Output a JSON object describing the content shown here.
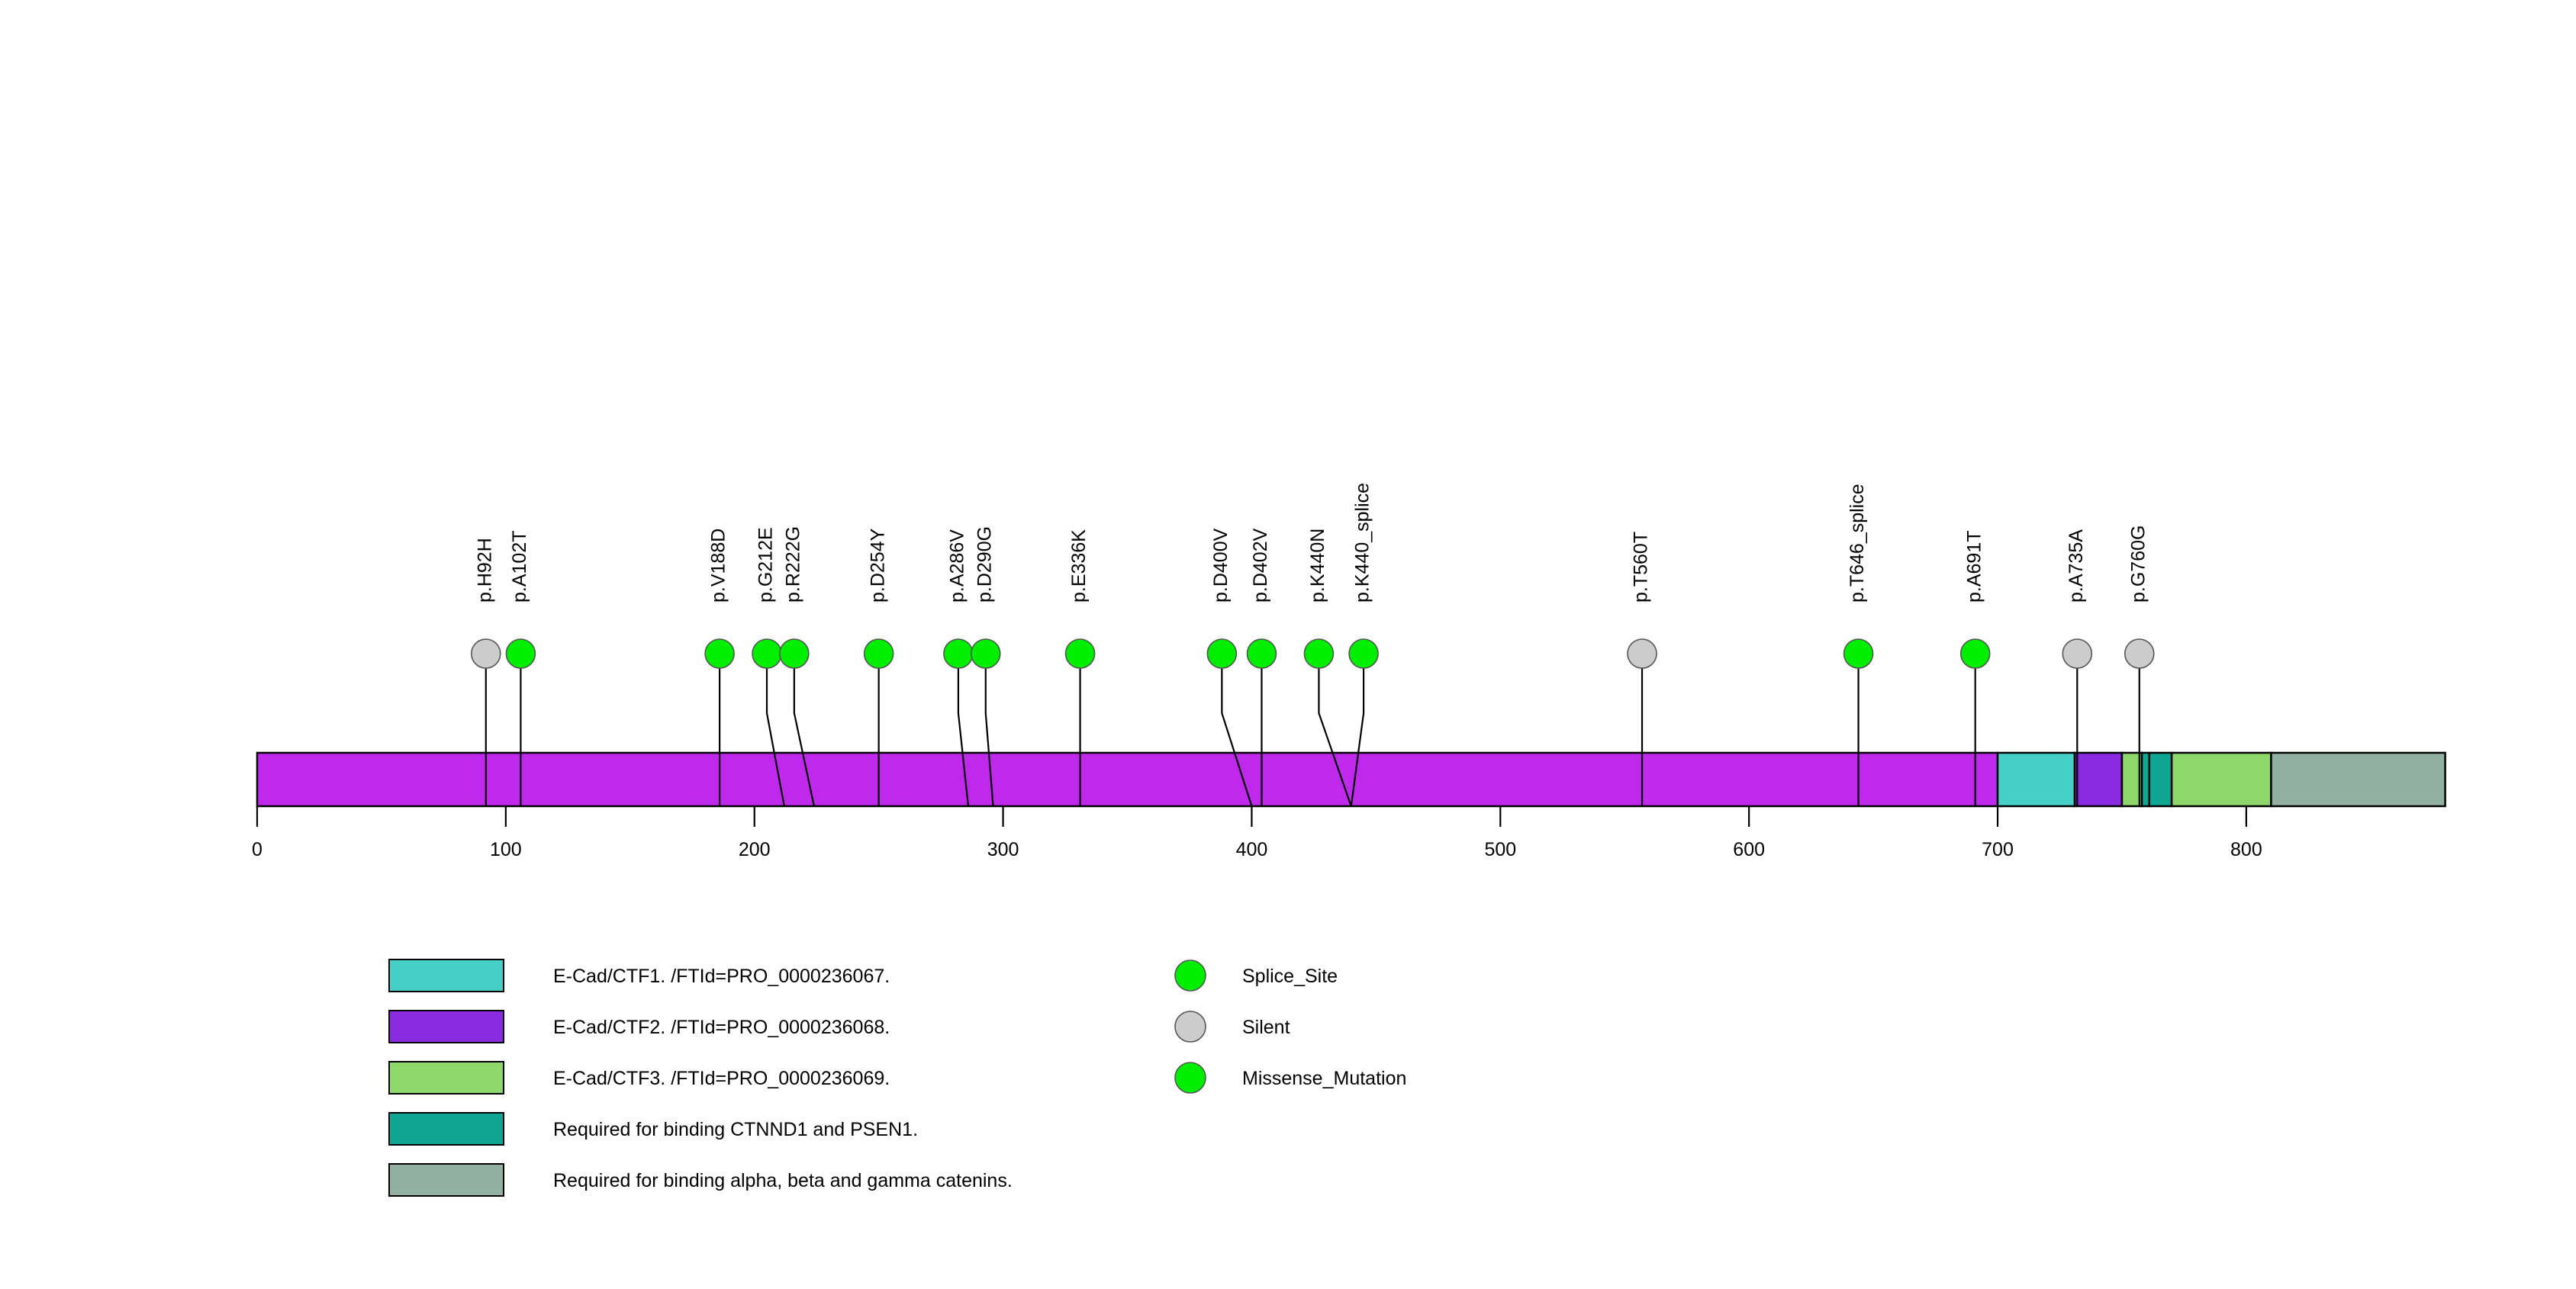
{
  "chart_data": {
    "type": "lollipop",
    "title": "",
    "xlabel": "",
    "ylabel": "",
    "xlim": [
      0,
      880
    ],
    "axis": {
      "ticks": [
        0,
        100,
        200,
        300,
        400,
        500,
        600,
        700,
        800
      ],
      "tick_labels": [
        "0",
        "100",
        "200",
        "300",
        "400",
        "500",
        "600",
        "700",
        "800"
      ]
    },
    "protein": {
      "length": 880,
      "backbone_color": "#BE29EC",
      "outline_color": "#000000"
    },
    "domains": [
      {
        "name": "backbone",
        "start": 0,
        "end": 700,
        "color": "#BE29EC",
        "label": ""
      },
      {
        "name": "E-Cad/CTF1",
        "start": 700,
        "end": 731,
        "color": "#45D1C8",
        "label": "E-Cad/CTF1. /FTId=PRO_0000236067."
      },
      {
        "name": "E-Cad/CTF2",
        "start": 731,
        "end": 750,
        "color": "#8A2BE2",
        "label": "E-Cad/CTF2. /FTId=PRO_0000236068."
      },
      {
        "name": "E-Cad/CTF3-a",
        "start": 750,
        "end": 758,
        "color": "#8ED86B",
        "label": "E-Cad/CTF3. /FTId=PRO_0000236069."
      },
      {
        "name": "ctnnd1-psen1-thin",
        "start": 758,
        "end": 761,
        "color": "#0FA693",
        "label": "Required for binding CTNND1 and PSEN1."
      },
      {
        "name": "ctnnd1-psen1",
        "start": 761,
        "end": 770,
        "color": "#0FA693",
        "label": "Required for binding CTNND1 and PSEN1."
      },
      {
        "name": "E-Cad/CTF3-b",
        "start": 770,
        "end": 810,
        "color": "#8ED86B",
        "label": "E-Cad/CTF3. /FTId=PRO_0000236069."
      },
      {
        "name": "catenins",
        "start": 810,
        "end": 880,
        "color": "#93B1A2",
        "label": "Required for binding alpha, beta and gamma catenins."
      }
    ],
    "mutations": [
      {
        "label": "p.H92H",
        "position": 92,
        "type": "Silent",
        "color": "#CCCCCC",
        "label_x": 92,
        "stem_x": 92
      },
      {
        "label": "p.A102T",
        "position": 102,
        "type": "Missense_Mutation",
        "color": "#00EE00",
        "label_x": 106,
        "stem_x": 106
      },
      {
        "label": "p.V188D",
        "position": 188,
        "type": "Missense_Mutation",
        "color": "#00EE00",
        "label_x": 186,
        "stem_x": 186
      },
      {
        "label": "p.G212E",
        "position": 212,
        "type": "Missense_Mutation",
        "color": "#00EE00",
        "label_x": 205,
        "stem_x": 212
      },
      {
        "label": "p.R222G",
        "position": 222,
        "type": "Missense_Mutation",
        "color": "#00EE00",
        "label_x": 216,
        "stem_x": 224
      },
      {
        "label": "p.D254Y",
        "position": 254,
        "type": "Missense_Mutation",
        "color": "#00EE00",
        "label_x": 250,
        "stem_x": 250
      },
      {
        "label": "p.A286V",
        "position": 286,
        "type": "Missense_Mutation",
        "color": "#00EE00",
        "label_x": 282,
        "stem_x": 286
      },
      {
        "label": "p.D290G",
        "position": 290,
        "type": "Missense_Mutation",
        "color": "#00EE00",
        "label_x": 293,
        "stem_x": 296
      },
      {
        "label": "p.E336K",
        "position": 336,
        "type": "Missense_Mutation",
        "color": "#00EE00",
        "label_x": 331,
        "stem_x": 331
      },
      {
        "label": "p.D400V",
        "position": 400,
        "type": "Missense_Mutation",
        "color": "#00EE00",
        "label_x": 388,
        "stem_x": 400
      },
      {
        "label": "p.D402V",
        "position": 402,
        "type": "Missense_Mutation",
        "color": "#00EE00",
        "label_x": 404,
        "stem_x": 404
      },
      {
        "label": "p.K440N",
        "position": 440,
        "type": "Missense_Mutation",
        "color": "#00EE00",
        "label_x": 427,
        "stem_x": 440
      },
      {
        "label": "p.K440_splice",
        "position": 440,
        "type": "Splice_Site",
        "color": "#00EE00",
        "label_x": 445,
        "stem_x": 440
      },
      {
        "label": "p.T560T",
        "position": 560,
        "type": "Silent",
        "color": "#CCCCCC",
        "label_x": 557,
        "stem_x": 557
      },
      {
        "label": "p.T646_splice",
        "position": 646,
        "type": "Splice_Site",
        "color": "#00EE00",
        "label_x": 644,
        "stem_x": 644
      },
      {
        "label": "p.A691T",
        "position": 691,
        "type": "Missense_Mutation",
        "color": "#00EE00",
        "label_x": 691,
        "stem_x": 691
      },
      {
        "label": "p.A735A",
        "position": 735,
        "type": "Silent",
        "color": "#CCCCCC",
        "label_x": 732,
        "stem_x": 732
      },
      {
        "label": "p.G760G",
        "position": 760,
        "type": "Silent",
        "color": "#CCCCCC",
        "label_x": 757,
        "stem_x": 757
      }
    ]
  },
  "legend": {
    "domain_entries": [
      {
        "label": "E-Cad/CTF1. /FTId=PRO_0000236067.",
        "color": "#45D1C8"
      },
      {
        "label": "E-Cad/CTF2. /FTId=PRO_0000236068.",
        "color": "#8A2BE2"
      },
      {
        "label": "E-Cad/CTF3. /FTId=PRO_0000236069.",
        "color": "#8ED86B"
      },
      {
        "label": "Required for binding CTNND1 and PSEN1.",
        "color": "#0FA693"
      },
      {
        "label": "Required for binding alpha, beta and gamma catenins.",
        "color": "#93B1A2"
      }
    ],
    "mutation_entries": [
      {
        "label": "Splice_Site",
        "color": "#00EE00"
      },
      {
        "label": "Silent",
        "color": "#CCCCCC"
      },
      {
        "label": "Missense_Mutation",
        "color": "#00EE00"
      }
    ]
  }
}
